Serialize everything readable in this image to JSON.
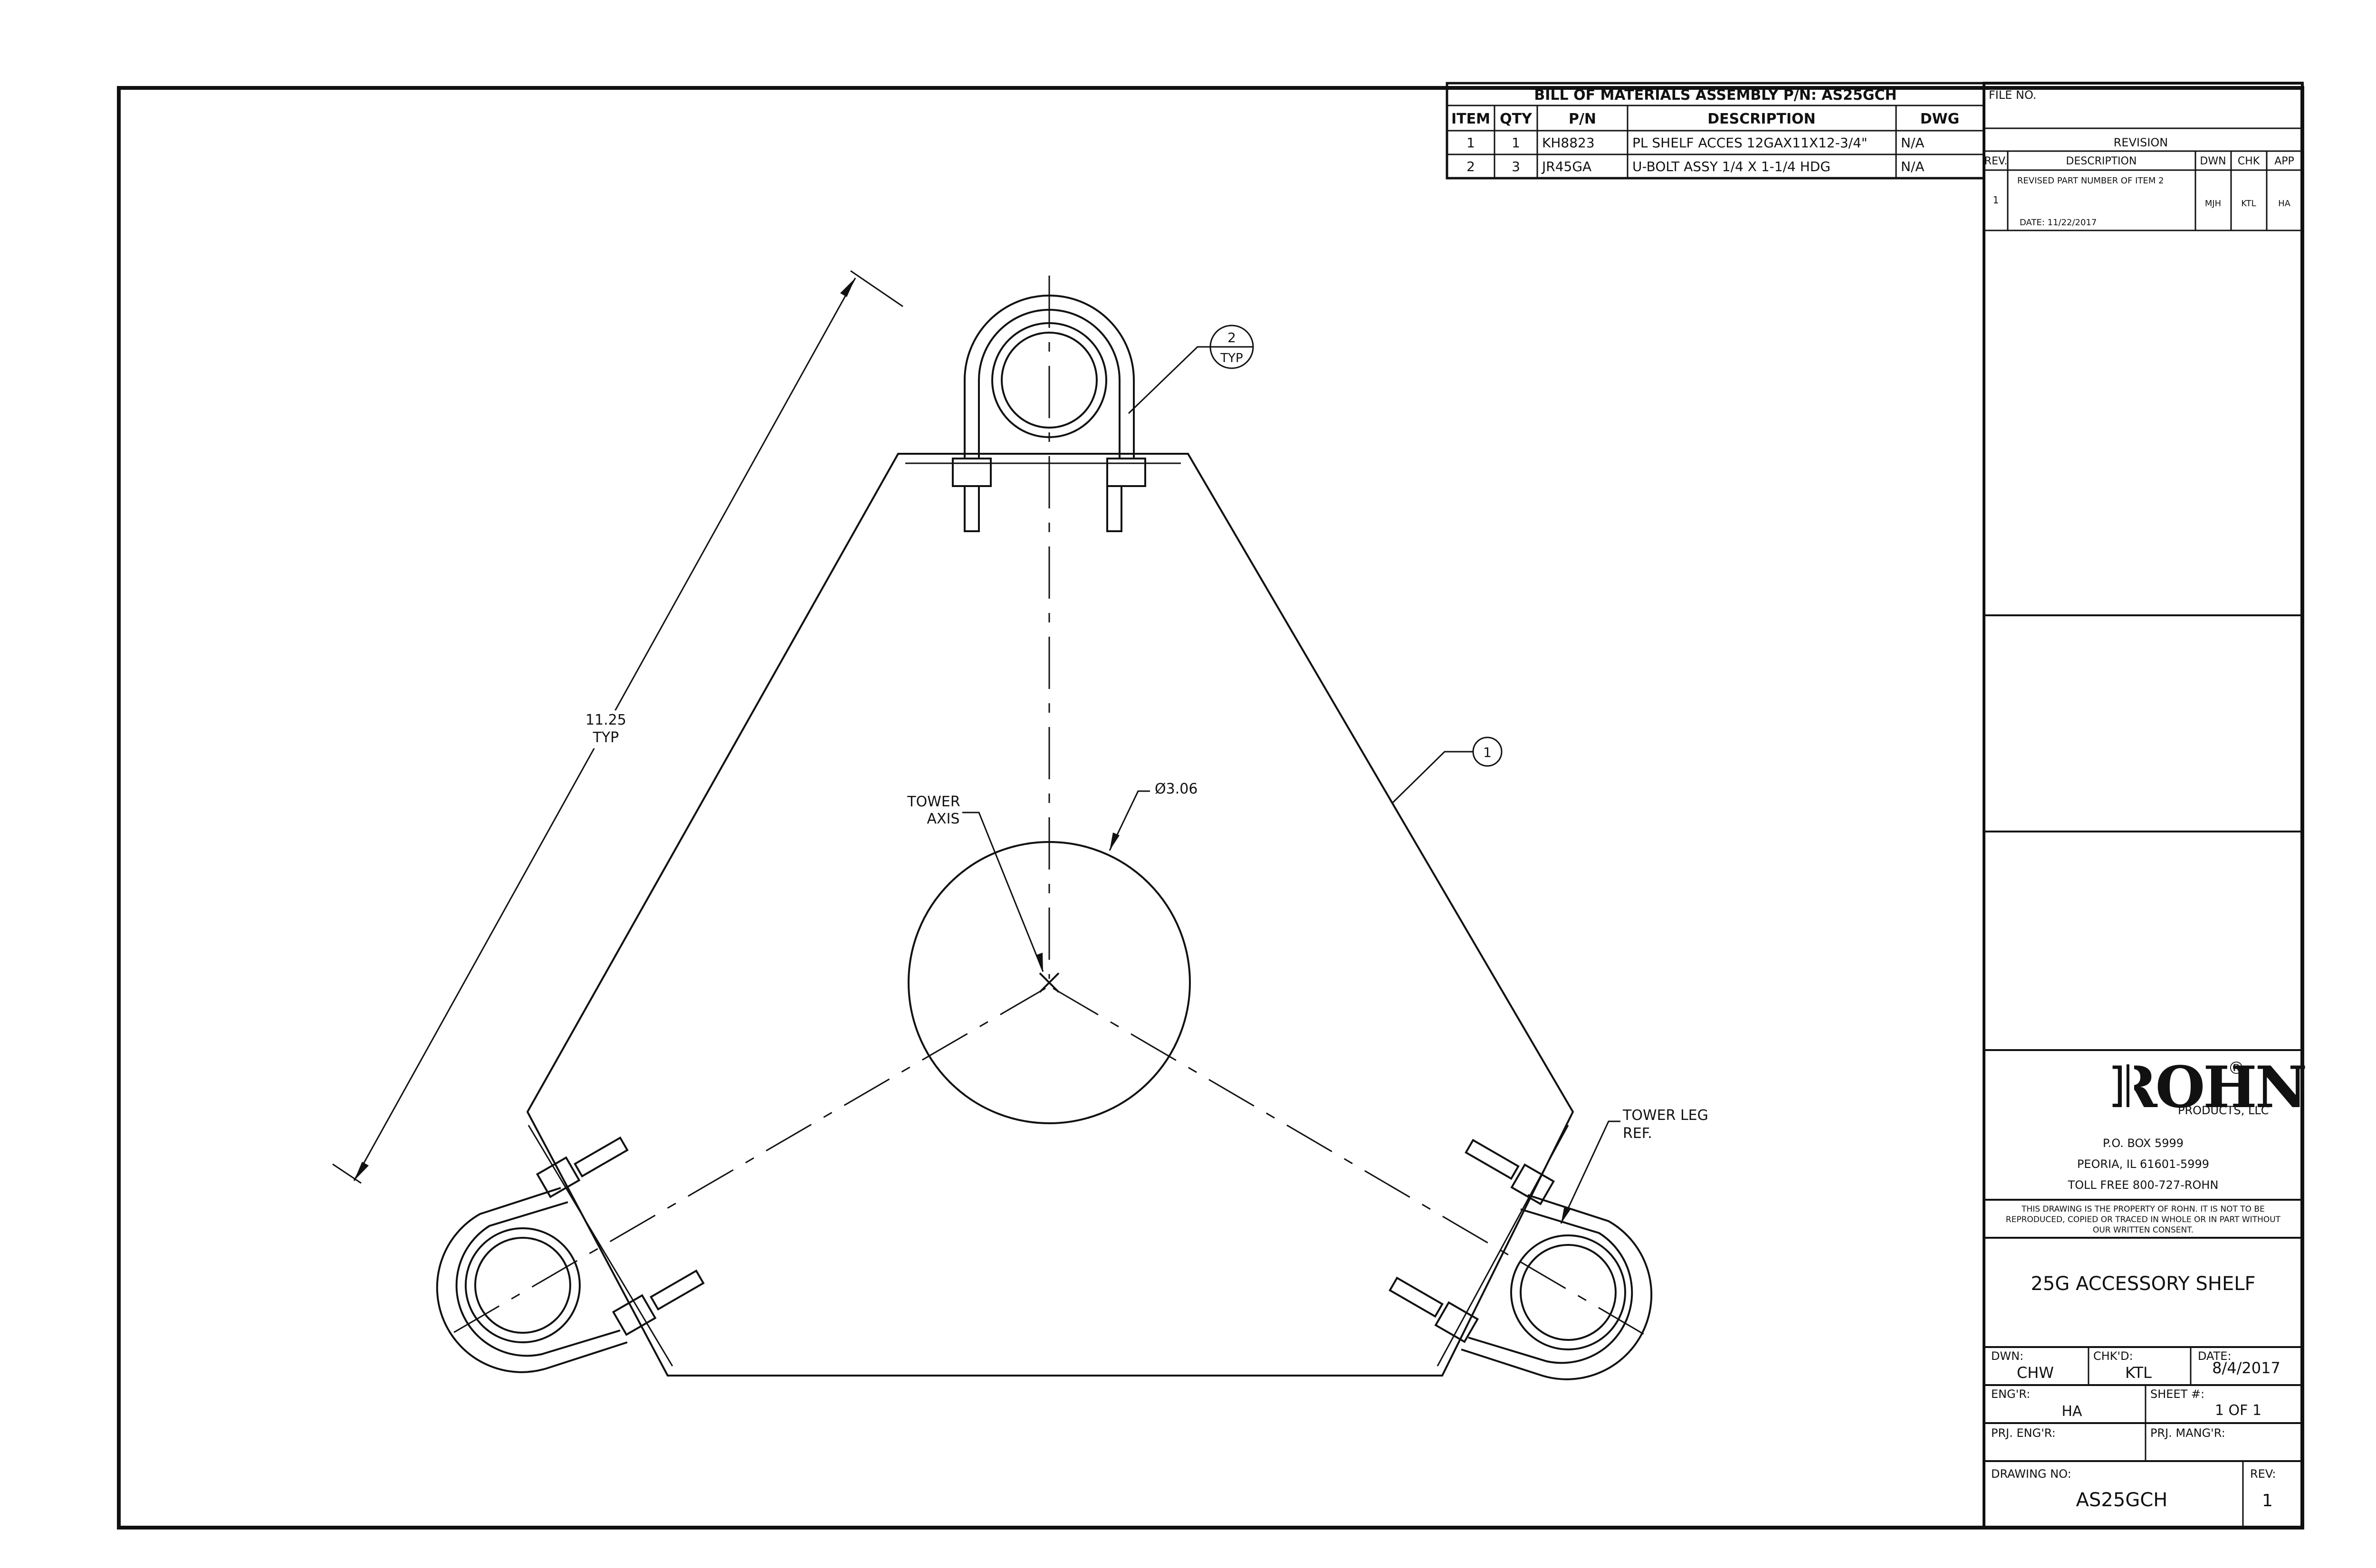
{
  "bom": {
    "title": "BILL OF MATERIALS ASSEMBLY P/N: AS25GCH",
    "headers": [
      "ITEM",
      "QTY",
      "P/N",
      "DESCRIPTION",
      "DWG"
    ],
    "rows": [
      [
        "1",
        "1",
        "KH8823",
        "PL SHELF ACCES 12GAX11X12-3/4\"",
        "N/A"
      ],
      [
        "2",
        "3",
        "JR45GA",
        "U-BOLT ASSY 1/4 X 1-1/4 HDG",
        "N/A"
      ]
    ]
  },
  "revision": {
    "file_no_label": "FILE NO.",
    "title": "REVISION",
    "headers": [
      "REV.",
      "DESCRIPTION",
      "DWN",
      "CHK",
      "APP"
    ],
    "row": {
      "rev": "1",
      "description": "REVISED PART NUMBER OF ITEM 2",
      "date": "DATE:  11/22/2017",
      "dwn": "MJH",
      "chk": "KTL",
      "app": "HA"
    }
  },
  "company": {
    "logo": "ROHN",
    "registered": "®",
    "subtitle": "PRODUCTS, LLC",
    "address1": "P.O. BOX 5999",
    "address2": "PEORIA, IL 61601-5999",
    "phone": "TOLL FREE 800-727-ROHN",
    "notice1": "THIS DRAWING IS THE PROPERTY OF ROHN. IT IS NOT TO BE",
    "notice2": "REPRODUCED, COPIED OR TRACED IN WHOLE OR IN PART WITHOUT",
    "notice3": "OUR WRITTEN CONSENT."
  },
  "title_block": {
    "drawing_title": "25G ACCESSORY SHELF",
    "dwn_label": "DWN:",
    "dwn": "CHW",
    "chkd_label": "CHK'D:",
    "chkd": "KTL",
    "date_label": "DATE:",
    "date": "8/4/2017",
    "engr_label": "ENG'R:",
    "engr": "HA",
    "sheet_label": "SHEET #:",
    "sheet": "1 OF 1",
    "prj_engr_label": "PRJ. ENG'R:",
    "prj_mangr_label": "PRJ. MANG'R:",
    "drawing_no_label": "DRAWING NO:",
    "drawing_no": "AS25GCH",
    "rev_label": "REV:",
    "rev": "1"
  },
  "drawing": {
    "dim_length_value": "11.25",
    "dim_length_note": "TYP",
    "tower_axis_1": "TOWER",
    "tower_axis_2": "AXIS",
    "diameter": "Ø3.06",
    "tower_leg_1": "TOWER LEG",
    "tower_leg_2": "REF.",
    "balloon_1": "1",
    "balloon_2": "2",
    "balloon_2_note": "TYP"
  }
}
